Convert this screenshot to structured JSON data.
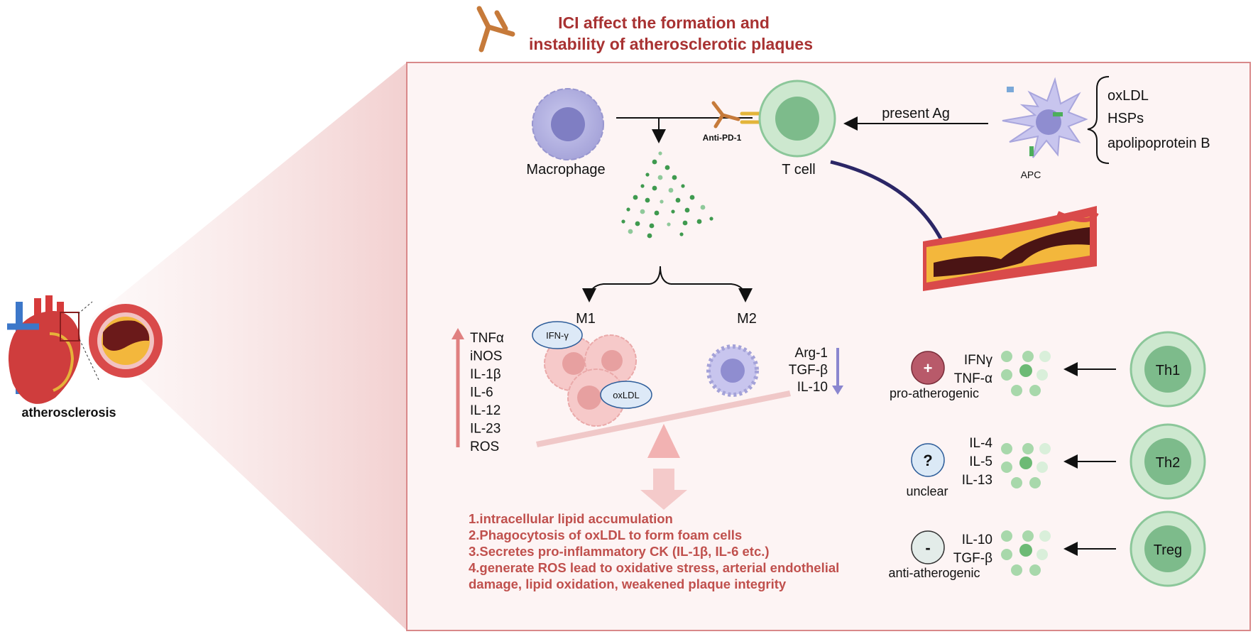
{
  "header": {
    "title_line1": "ICI affect the formation and",
    "title_line2": "instability of atherosclerotic plaques"
  },
  "heart": {
    "label": "atherosclerosis"
  },
  "top_row": {
    "macrophage_label": "Macrophage",
    "antibody_label": "Anti-PD-1",
    "tcell_label": "T cell",
    "present_label": "present Ag",
    "apc_label": "APC",
    "antigens": [
      "oxLDL",
      "HSPs",
      "apolipoprotein B"
    ]
  },
  "polarization": {
    "m1_label": "M1",
    "m2_label": "M2",
    "ifn_badge": "IFN-γ",
    "oxldl_badge": "oxLDL",
    "m1_markers": [
      "TNFα",
      "iNOS",
      "IL-1β",
      "IL-6",
      "IL-12",
      "IL-23",
      "ROS"
    ],
    "m2_markers": [
      "Arg-1",
      "TGF-β",
      "IL-10"
    ]
  },
  "outcomes": [
    "1.intracellular lipid accumulation",
    "2.Phagocytosis of oxLDL to form foam cells",
    "3.Secretes pro-inflammatory CK (IL-1β, IL-6 etc.)",
    "4.generate ROS lead to oxidative stress, arterial endothelial",
    "damage, lipid oxidation, weakened plaque integrity"
  ],
  "th_subsets": [
    {
      "cell": "Th1",
      "cytokines": [
        "IFNγ",
        "TNF-α"
      ],
      "sign": "+",
      "effect": "pro-atherogenic"
    },
    {
      "cell": "Th2",
      "cytokines": [
        "IL-4",
        "IL-5",
        "IL-13"
      ],
      "sign": "?",
      "effect": "unclear"
    },
    {
      "cell": "Treg",
      "cytokines": [
        "IL-10",
        "TGF-β"
      ],
      "sign": "-",
      "effect": "anti-atherogenic"
    }
  ],
  "colors": {
    "accent_red": "#b23a3a",
    "outcome_text": "#c0504d",
    "panel_bg": "#fdf4f4",
    "panel_border": "#d9898a",
    "tcell_green": "#8cc79a",
    "macrophage_purple": "#a8a6dc",
    "arrow_navy": "#2b2666"
  }
}
